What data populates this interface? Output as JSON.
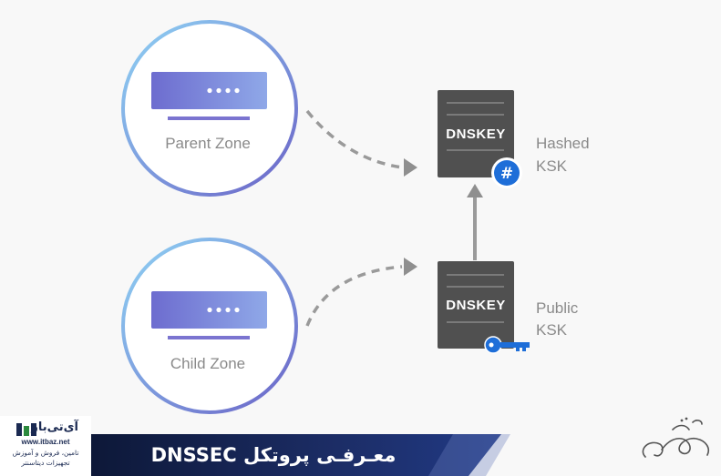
{
  "diagram": {
    "parent_zone_label": "Parent Zone",
    "child_zone_label": "Child Zone",
    "dnskey_top_label": "DNSKEY",
    "dnskey_bottom_label": "DNSKEY",
    "hashed_ksk_line1": "Hashed",
    "hashed_ksk_line2": "KSK",
    "public_ksk_line1": "Public",
    "public_ksk_line2": "KSK",
    "hash_symbol": "#"
  },
  "colors": {
    "circle_gradient_start": "#8fd3f4",
    "circle_gradient_end": "#6b63c7",
    "server_gradient_start": "#6d6ccf",
    "server_gradient_end": "#8fa8e8",
    "dnskey_box": "#505050",
    "badge_blue": "#1e6ed8",
    "arrow_gray": "#9a9a9a",
    "banner_navy": "#1c2d66"
  },
  "footer": {
    "logo_name": "آی‌تی‌باز",
    "logo_url": "www.itbaz.net",
    "logo_tagline_1": "تامین، فروش و آموزش",
    "logo_tagline_2": "تجهیزات دیتاسنتر",
    "banner_title": "معـرفـی پروتکل DNSSEC"
  }
}
